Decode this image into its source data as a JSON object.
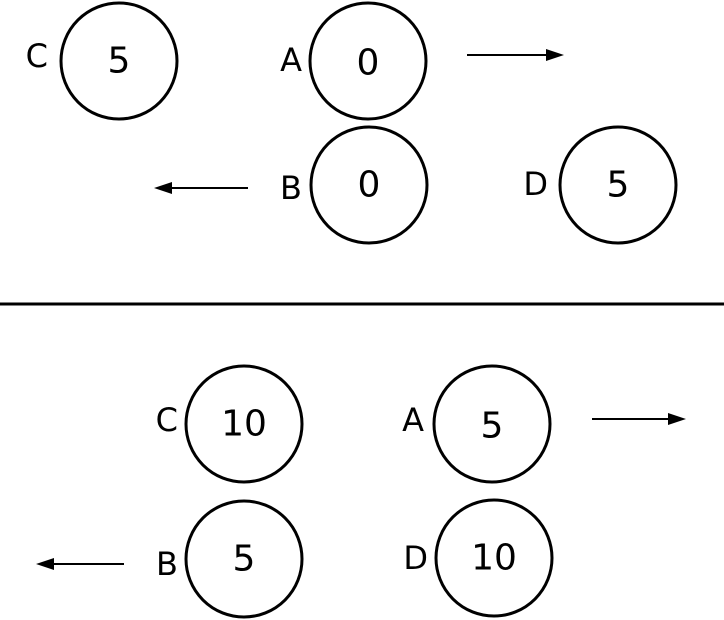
{
  "panels": [
    {
      "name": "top",
      "nodes": [
        {
          "id": "C",
          "label": "C",
          "value": "5"
        },
        {
          "id": "A",
          "label": "A",
          "value": "0"
        },
        {
          "id": "B",
          "label": "B",
          "value": "0"
        },
        {
          "id": "D",
          "label": "D",
          "value": "5"
        }
      ],
      "arrows": [
        {
          "id": "right",
          "direction": "right"
        },
        {
          "id": "left",
          "direction": "left"
        }
      ]
    },
    {
      "name": "bottom",
      "nodes": [
        {
          "id": "C",
          "label": "C",
          "value": "10"
        },
        {
          "id": "A",
          "label": "A",
          "value": "5"
        },
        {
          "id": "B",
          "label": "B",
          "value": "5"
        },
        {
          "id": "D",
          "label": "D",
          "value": "10"
        }
      ],
      "arrows": [
        {
          "id": "right",
          "direction": "right"
        },
        {
          "id": "left",
          "direction": "left"
        }
      ]
    }
  ],
  "colors": {
    "stroke": "#000000",
    "background": "#ffffff"
  }
}
